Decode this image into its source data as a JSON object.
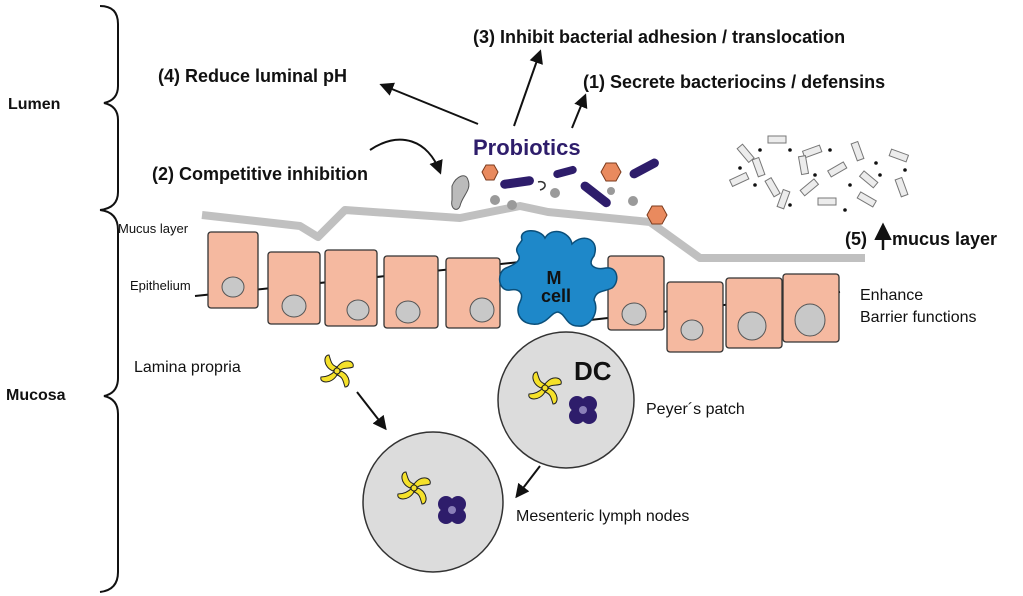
{
  "regions": {
    "lumen": "Lumen",
    "mucosa": "Mucosa"
  },
  "layers": {
    "mucus": "Mucus layer",
    "epithelium": "Epithelium",
    "lamina": "Lamina propria"
  },
  "mechanisms": {
    "m1": "(1) Secrete bacteriocins / defensins",
    "m2": "(2) Competitive inhibition",
    "m3": "(3) Inhibit bacterial adhesion / translocation",
    "m4": "(4) Reduce luminal pH",
    "m5_prefix": "(5)",
    "m5_suffix": "mucus layer"
  },
  "probiotics": "Probiotics",
  "mcell": {
    "line1": "M",
    "line2": "cell"
  },
  "dc": "DC",
  "peyers": "Peyer´s patch",
  "lymph": "Mesenteric lymph nodes",
  "barrier": {
    "line1": "Enhance",
    "line2": "Barrier functions"
  },
  "colors": {
    "cell_fill": "#f5b9a0",
    "nucleus": "#c8c8c8",
    "mcell": "#1e88c9",
    "probiotic_rod": "#2e1d6b",
    "mucus": "#c0c0c0",
    "node_fill": "#dcdcdc",
    "dc_yellow": "#f5e12a"
  }
}
